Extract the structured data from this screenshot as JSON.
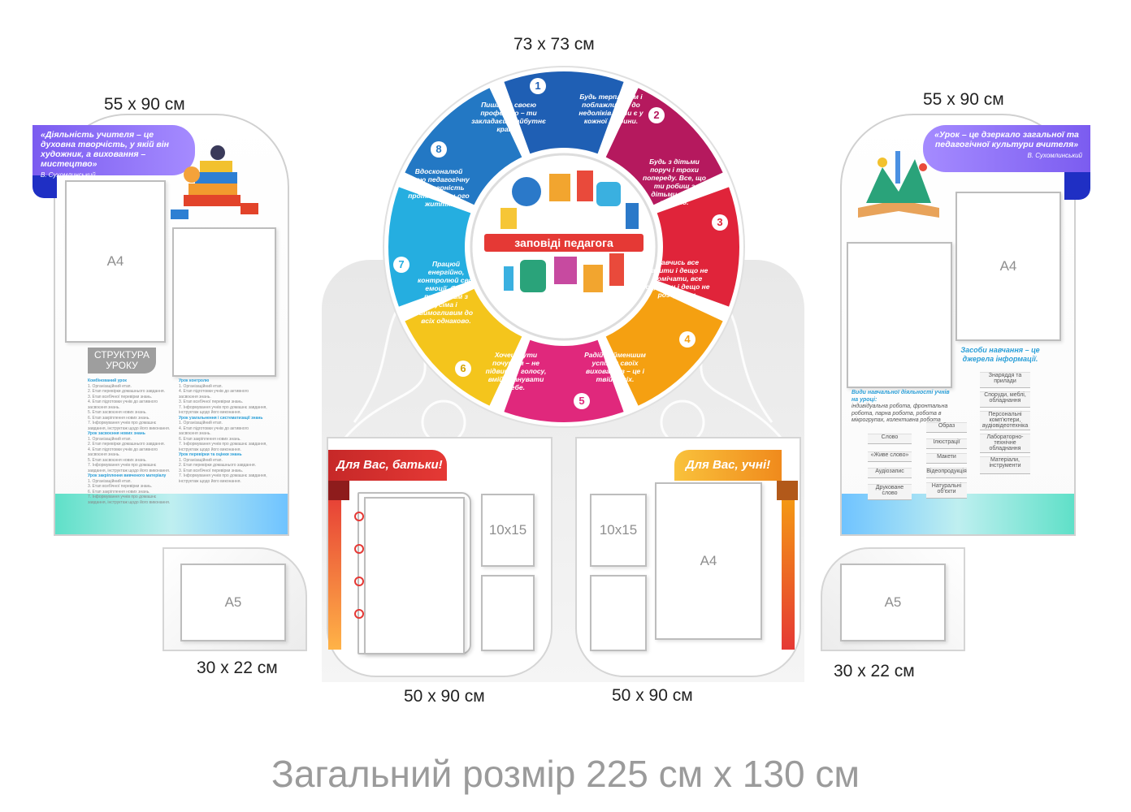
{
  "dims": {
    "wheel": "73 x 73 см",
    "left_panel": "55 x 90 см",
    "right_panel": "55 x 90 см",
    "left_small": "30 x 22 см",
    "right_small": "30 x 22 см",
    "parents_panel": "50 x 90 см",
    "students_panel": "50 x 90 см"
  },
  "footer": "Загальний розмір 225 см х 130 см",
  "left_panel": {
    "quote": "«Діяльність учителя – це духовна творчість, у якій він художник, а виховання – мистецтво»",
    "author": "В. Сухомлинський",
    "a4_label": "А4",
    "structure_title": "СТРУКТУРА УРОКУ",
    "col1_heading1": "Комбінований урок",
    "col1_heading2": "Урок засвоєння нових знань",
    "col1_heading3": "Урок закріплення вивченого матеріалу",
    "col2_heading1": "Урок контролю",
    "col2_heading2": "Урок узагальнення і систематизації знань",
    "col2_heading3": "Урок перевірки та оцінки знань",
    "line1": "1. Організаційний етап.",
    "line2": "2. Етап перевірки домашнього завдання.",
    "line3": "3. Етап всебічної перевірки знань.",
    "line4": "4. Етап підготовки учнів до активного засвоєння знань.",
    "line5": "5. Етап засвоєння нових знань.",
    "line6": "6. Етап закріплення нових знань.",
    "line7": "7. Інформування учнів про домашнє завдання, інструктаж щодо його виконання."
  },
  "left_small": {
    "label": "А5"
  },
  "right_small": {
    "label": "А5"
  },
  "wheel": {
    "title": "заповіді педагога",
    "segments": [
      {
        "num": "1",
        "text": "Пишайся своєю професією – ти закладаєш майбутнє країни."
      },
      {
        "num": "2",
        "text": "Будь терплячим і поблажливим до недоліків, вони є у кожної людини."
      },
      {
        "num": "3",
        "text": "Будь з дітьми поруч і трохи попереду. Все, що ти робиш з дітьми, роби творчо."
      },
      {
        "num": "4",
        "text": "Навчись все бачити і дещо не помічати, все слухати і дещо не розчувати."
      },
      {
        "num": "5",
        "text": "Радій найменшим успіхам своїх вихованців – це і твій успіх."
      },
      {
        "num": "6",
        "text": "Хочеш бути почутим – не підвищуй голосу, вмій опанувати себе."
      },
      {
        "num": "7",
        "text": "Працюй енергійно, контролюй свої емоції, будь привітним з усіма і вимогливим до всіх однаково."
      },
      {
        "num": "8",
        "text": "Вдосконалюй свою педагогічну майстерність протягом усього життя."
      }
    ],
    "colors": [
      "#1f5fb4",
      "#b5195e",
      "#e0243a",
      "#f5a011",
      "#e0287c",
      "#f4c51c",
      "#25aee0",
      "#2378c4"
    ]
  },
  "parents": {
    "ribbon": "Для Вас, батьки!",
    "photo_label": "10х15"
  },
  "students": {
    "ribbon": "Для Вас, учні!",
    "photo_label": "10х15",
    "a4_label": "А4"
  },
  "right_panel": {
    "quote": "«Урок – це дзеркало загальної та педагогічної культури вчителя»",
    "author": "В. Сухомлинський",
    "a4_label": "А4",
    "means_title": "Засоби навчання – це джерела інформації.",
    "means": [
      "Знаряддя та прилади",
      "Споруди, меблі, обладнання",
      "Персональні комп'ютери, аудіовідеотехніка",
      "Лабораторно-технічне обладнання",
      "Матеріали, інструменти"
    ],
    "activity_title": "Види навчальної діяльності учнів на уроці:",
    "activity_text": "індивідуальна робота, фронтальна робота, парна робота, робота в мікрогрупах, колективна робота",
    "left_boxes": [
      "Слово",
      "«Живе слово»",
      "Аудіозапис",
      "Друковане слово"
    ],
    "right_boxes": [
      "Образ",
      "Ілюстрації",
      "Макети",
      "Відеопродукція",
      "Натуральні об'єкти"
    ]
  }
}
